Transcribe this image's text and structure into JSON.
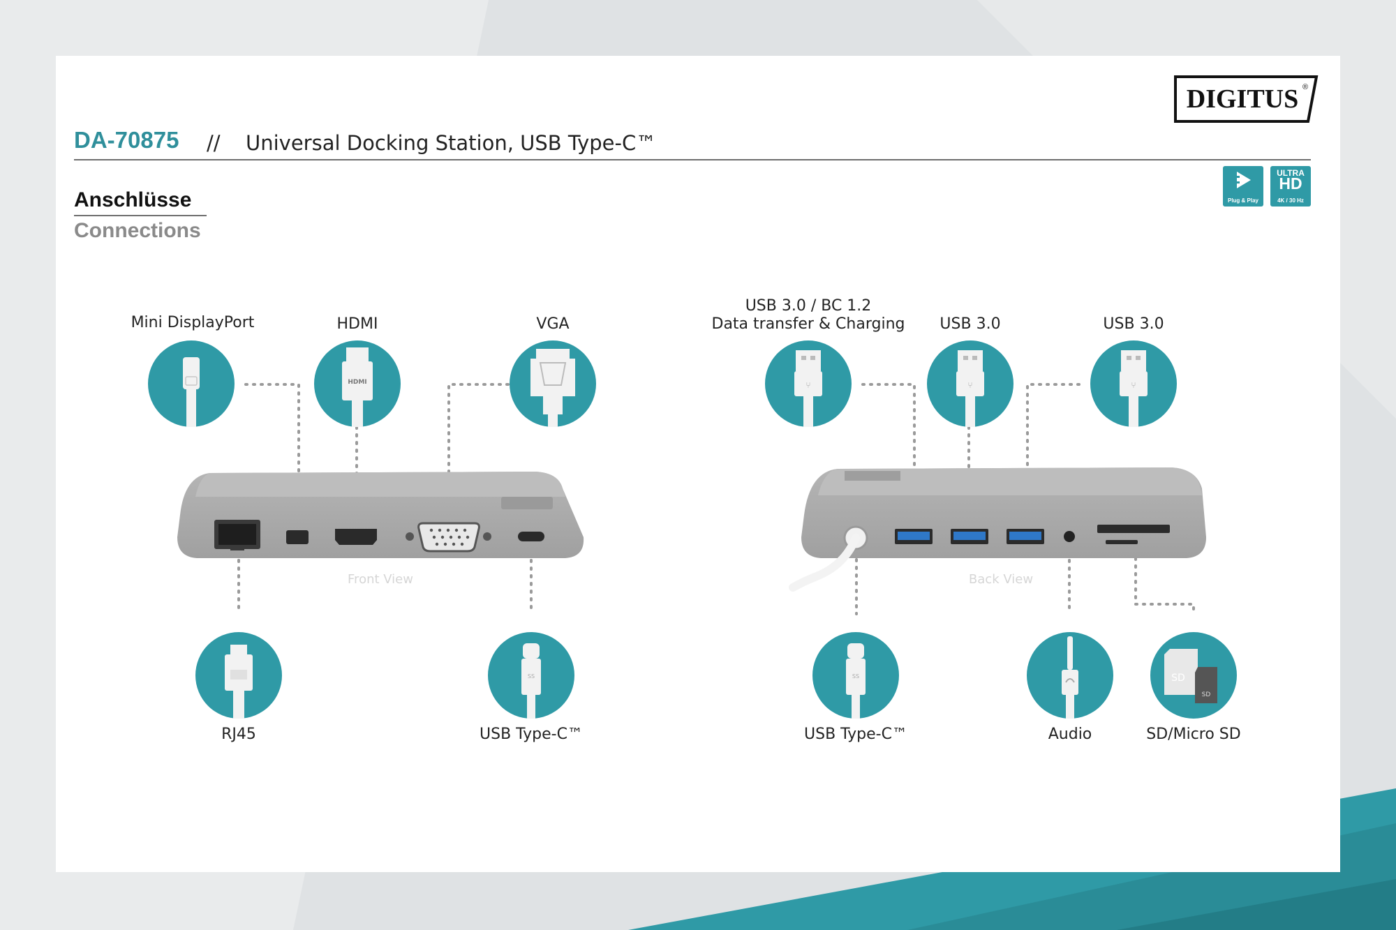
{
  "brand": {
    "logo_text": "DIGITUS",
    "registered": "®"
  },
  "header": {
    "model": "DA-70875",
    "separator": "//",
    "title": "Universal Docking Station, USB Type-C™"
  },
  "badges": {
    "plug_play": "Plug & Play",
    "uhd_ultra": "ULTRA",
    "uhd_hd": "HD",
    "uhd_sub": "4K / 30 Hz"
  },
  "section": {
    "title_de": "Anschlüsse",
    "title_en": "Connections"
  },
  "front": {
    "view_label": "Front View",
    "port_mini_dp": "Mini DisplayPort",
    "port_hdmi": "HDMI",
    "port_vga": "VGA",
    "port_rj45": "RJ45",
    "port_usbc": "USB Type-C™"
  },
  "back": {
    "view_label": "Back View",
    "port_usb_bc_line1": "USB 3.0 / BC 1.2",
    "port_usb_bc_line2": "Data transfer & Charging",
    "port_usb30_a": "USB 3.0",
    "port_usb30_b": "USB 3.0",
    "port_usbc": "USB Type-C™",
    "port_audio": "Audio",
    "port_sd": "SD/Micro SD"
  },
  "colors": {
    "teal": "#2f9aa6",
    "model_teal": "#2f8f9b",
    "device_gray": "#a6a6a6",
    "usb_blue": "#2f78c8"
  }
}
